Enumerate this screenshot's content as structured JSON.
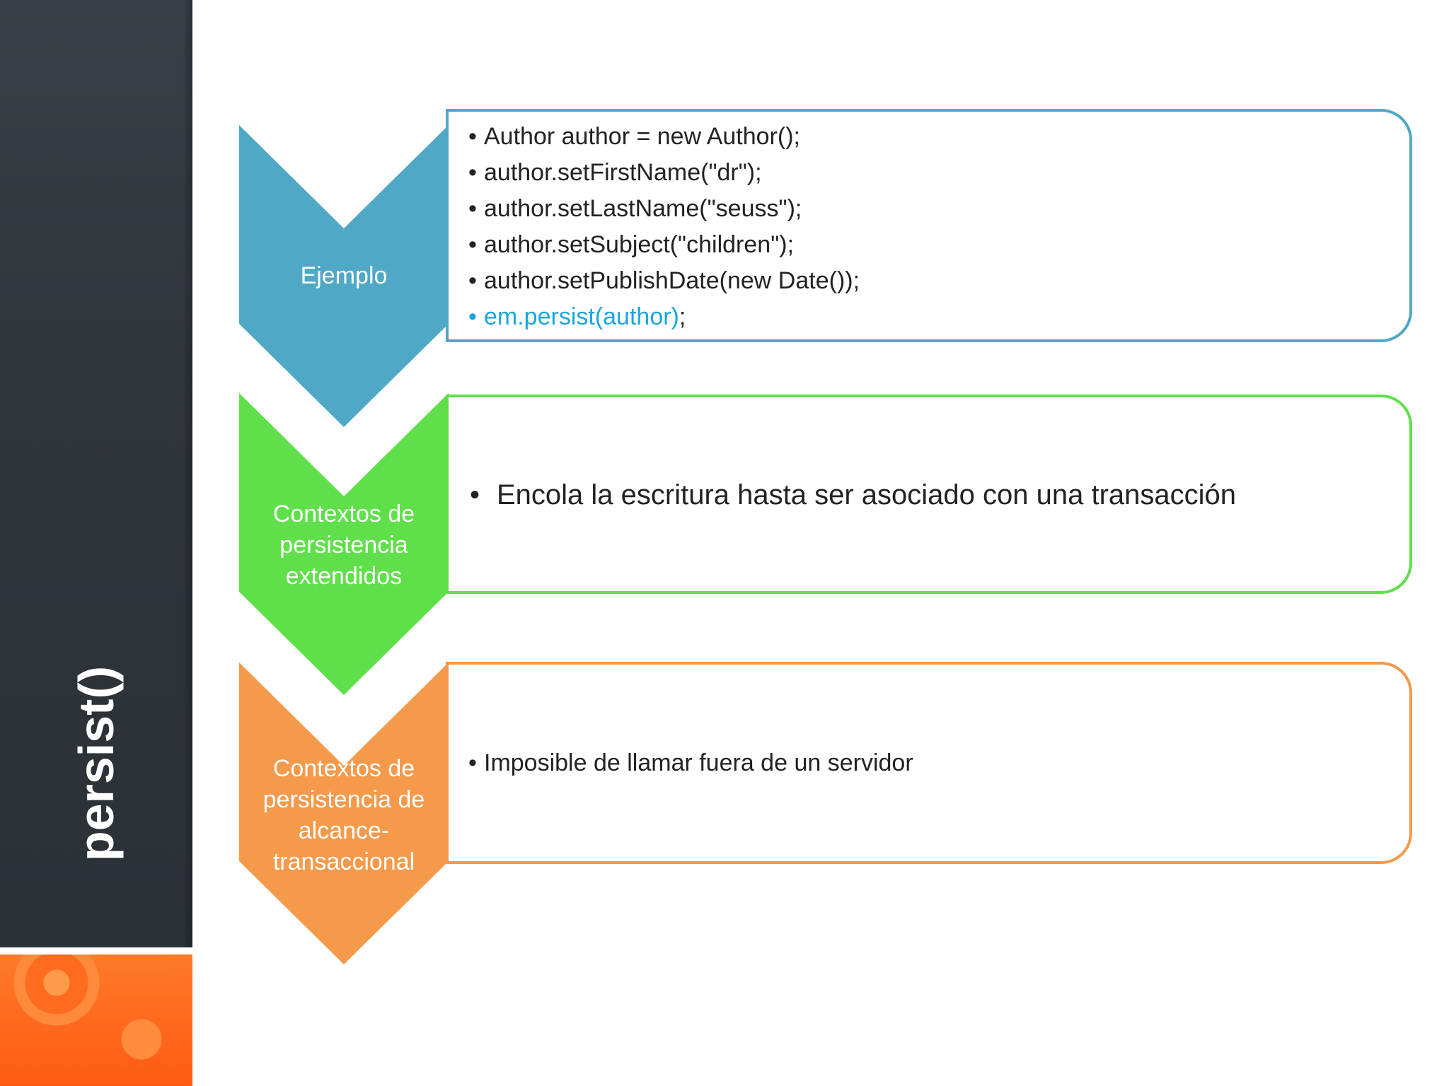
{
  "slide": {
    "title": "persist()"
  },
  "colors": {
    "step1": "#4fa8c6",
    "step2": "#5fe04a",
    "step3": "#f5994a",
    "highlight": "#19a6dd"
  },
  "steps": [
    {
      "label": "Ejemplo",
      "bullets": [
        "Author author = new Author();",
        "author.setFirstName(\"dr\");",
        "author.setLastName(\"seuss\");",
        "author.setSubject(\"children\");",
        "author.setPublishDate(new Date());"
      ],
      "highlight_bullet": "em.persist(author)",
      "highlight_suffix": ";"
    },
    {
      "label_lines": [
        "Contextos de",
        "persistencia",
        "extendidos"
      ],
      "bullets": [
        "Encola la escritura hasta ser asociado con una transacción"
      ]
    },
    {
      "label_lines": [
        "Contextos de",
        "persistencia de",
        "alcance-",
        "transaccional"
      ],
      "bullets": [
        "Imposible de llamar fuera de un servidor"
      ]
    }
  ]
}
